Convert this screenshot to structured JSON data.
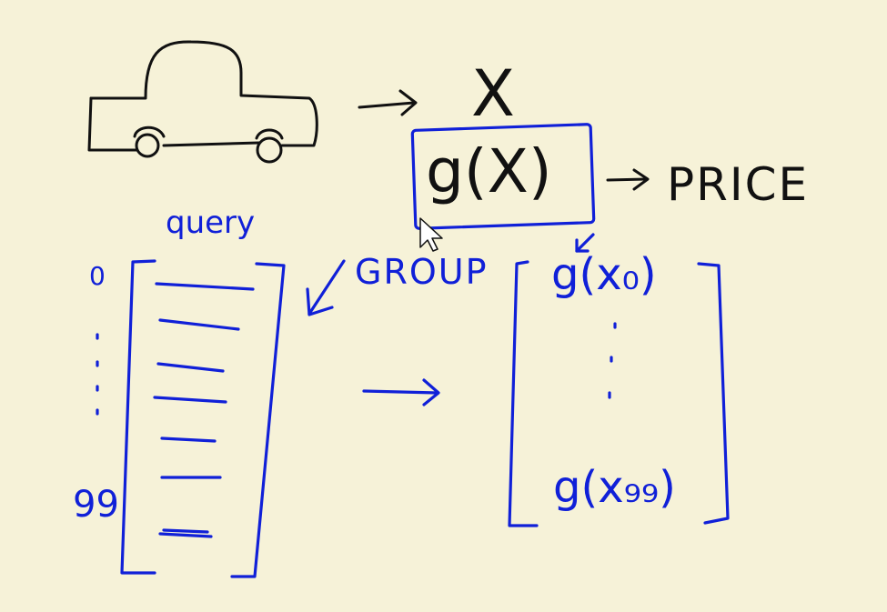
{
  "whiteboard": {
    "feature_symbol": "X",
    "model_box_text": "g(X)",
    "output_label": "PRICE",
    "query_label": "query",
    "group_label": "GROUP",
    "index_start": "0",
    "index_end": "99",
    "result_first": "g(x₀)",
    "result_last": "g(x₉₉)"
  },
  "colors": {
    "background": "#f6f2d8",
    "ink_black": "#111111",
    "ink_blue": "#1020d8"
  },
  "icons": [
    "car-sketch",
    "mouse-cursor-icon",
    "arrow-right",
    "arrow-down-left"
  ]
}
